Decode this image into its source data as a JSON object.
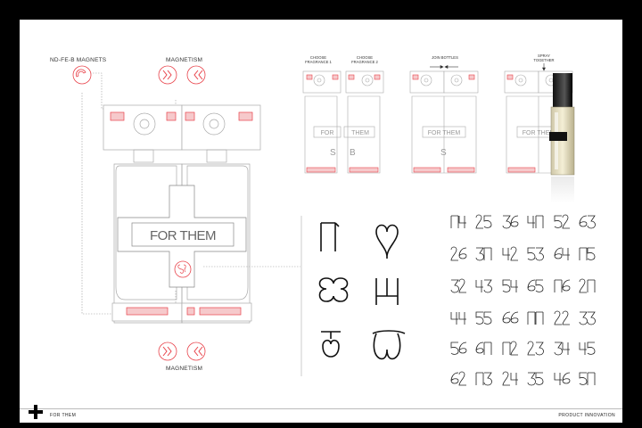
{
  "labels": {
    "magnets": "Nd-Fe-B MAGNETS",
    "magnetism_top": "MAGNETISM",
    "magnetism_bottom": "MAGNETISM",
    "bottle_brand": "FOR THEM"
  },
  "steps": [
    {
      "label": "CHOOSE FRAGRANCE 1"
    },
    {
      "label": "CHOOSE FRAGRANCE 2"
    },
    {
      "label": "JOIN BOTTLES"
    },
    {
      "label": "SPRAY TOGETHER"
    }
  ],
  "footer": {
    "brand": "FOR THEM",
    "section": "PRODUCT INNOVATION"
  },
  "icons": [
    "magnet-icon",
    "attract-arrows-icon",
    "repel-arrows-icon",
    "brand-cross-icon"
  ],
  "colors": {
    "accent": "#e8424a",
    "accent_fill": "#f6c9cb",
    "line": "#888888",
    "background": "#ffffff",
    "frame": "#000000"
  }
}
